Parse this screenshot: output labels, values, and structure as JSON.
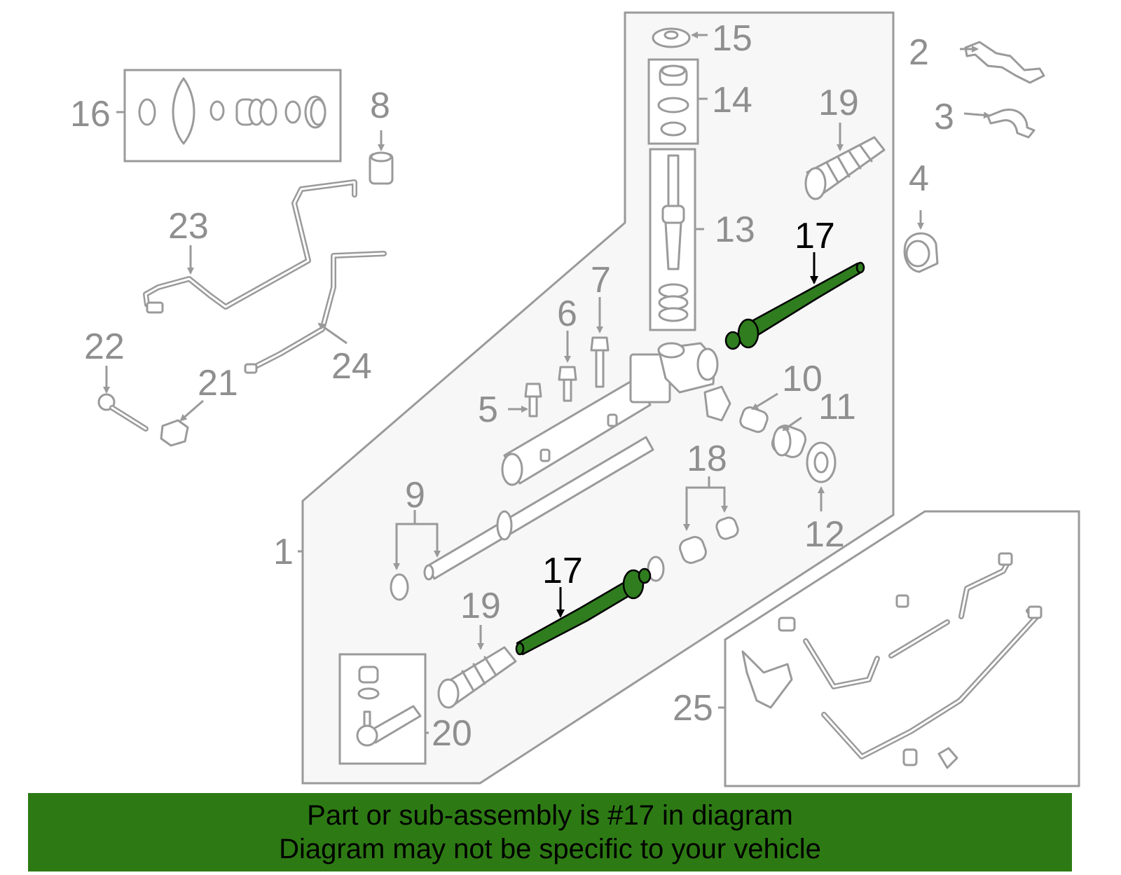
{
  "diagram": {
    "callouts": {
      "c1": "1",
      "c2": "2",
      "c3": "3",
      "c4": "4",
      "c5": "5",
      "c6": "6",
      "c7": "7",
      "c8": "8",
      "c9": "9",
      "c10": "10",
      "c11": "11",
      "c12": "12",
      "c13": "13",
      "c14": "14",
      "c15": "15",
      "c16": "16",
      "c17a": "17",
      "c17b": "17",
      "c18": "18",
      "c19a": "19",
      "c19b": "19",
      "c20": "20",
      "c21": "21",
      "c22": "22",
      "c23": "23",
      "c24": "24",
      "c25": "25"
    },
    "highlighted_part": "17",
    "colors": {
      "outline": "#9a9a9a",
      "highlight_part": "#2f7d1f",
      "banner": "#2d7a14",
      "banner_text": "#000000"
    }
  },
  "banner": {
    "line1": "Part or sub-assembly is #17 in diagram",
    "line2": "Diagram may not be specific to your vehicle"
  }
}
